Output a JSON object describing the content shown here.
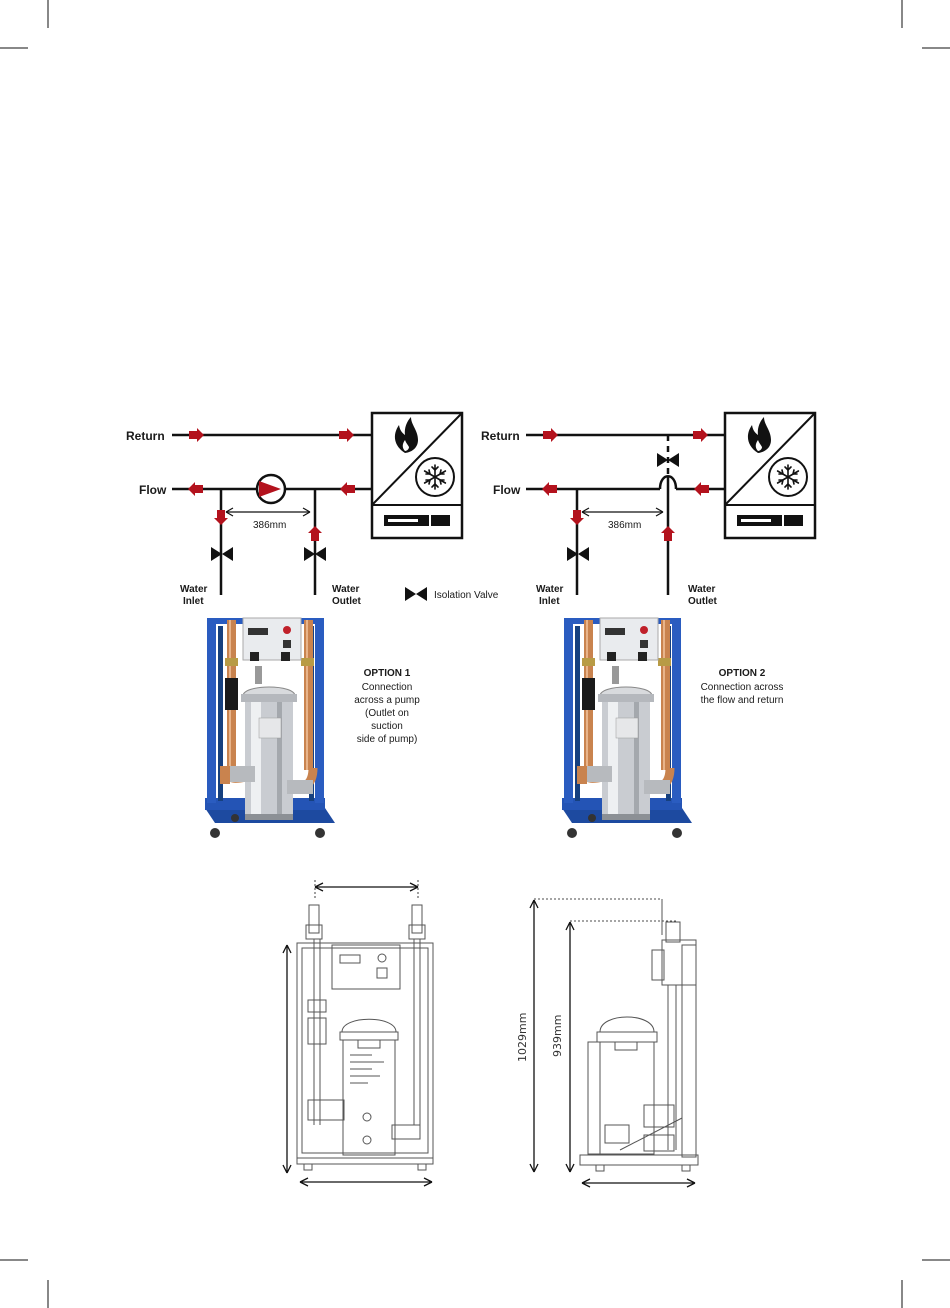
{
  "colors": {
    "pipe": "#111111",
    "arrow": "#b3121d",
    "frame": "#1e4fa8",
    "copper": "#c9834e",
    "steel": "#c4c7cc",
    "outline": "#555555"
  },
  "diagram_1": {
    "return_label": "Return",
    "flow_label": "Flow",
    "dimension": "386mm",
    "inlet_label": [
      "Water",
      "Inlet"
    ],
    "outlet_label": [
      "Water",
      "Outlet"
    ],
    "option_title": "OPTION 1",
    "option_lines": [
      "Connection",
      "across a pump",
      "(Outlet on",
      "suction",
      "side of pump)"
    ]
  },
  "diagram_2": {
    "return_label": "Return",
    "flow_label": "Flow",
    "dimension": "386mm",
    "inlet_label": [
      "Water",
      "Inlet"
    ],
    "outlet_label": [
      "Water",
      "Outlet"
    ],
    "option_title": "OPTION 2",
    "option_lines": [
      "Connection across",
      "the flow and return"
    ]
  },
  "legend": {
    "isolation_valve": "Isolation Valve"
  },
  "icons": {
    "boiler_heat": "flame-icon",
    "boiler_cool": "snowflake-icon",
    "pump": "pump-icon",
    "valve": "isolation-valve-icon"
  },
  "side_view": {
    "overall_height": "1029mm",
    "body_height": "939mm"
  }
}
